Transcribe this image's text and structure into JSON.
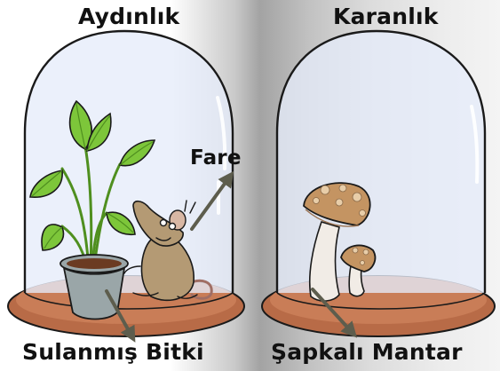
{
  "titles": {
    "light": "Aydınlık",
    "dark": "Karanlık"
  },
  "labels": {
    "mouse": "Fare",
    "plant": "Sulanmış Bitki",
    "mushroom": "Şapkalı Mantar"
  },
  "colors": {
    "jar_fill": "#e6ecfa",
    "jar_outline": "#1a1a1a",
    "base_fill": "#c97d57",
    "base_rim": "#b86b47",
    "leaf": "#7dc63a",
    "leaf_dark": "#4f8f1f",
    "pot": "#9aa6a8",
    "soil": "#6b3b22",
    "mouse": "#b49a74",
    "mushroom_cap": "#c49462",
    "mushroom_spots": "#e8cda8",
    "mushroom_stem": "#f1ece6",
    "arrow": "#5d5d4d"
  }
}
